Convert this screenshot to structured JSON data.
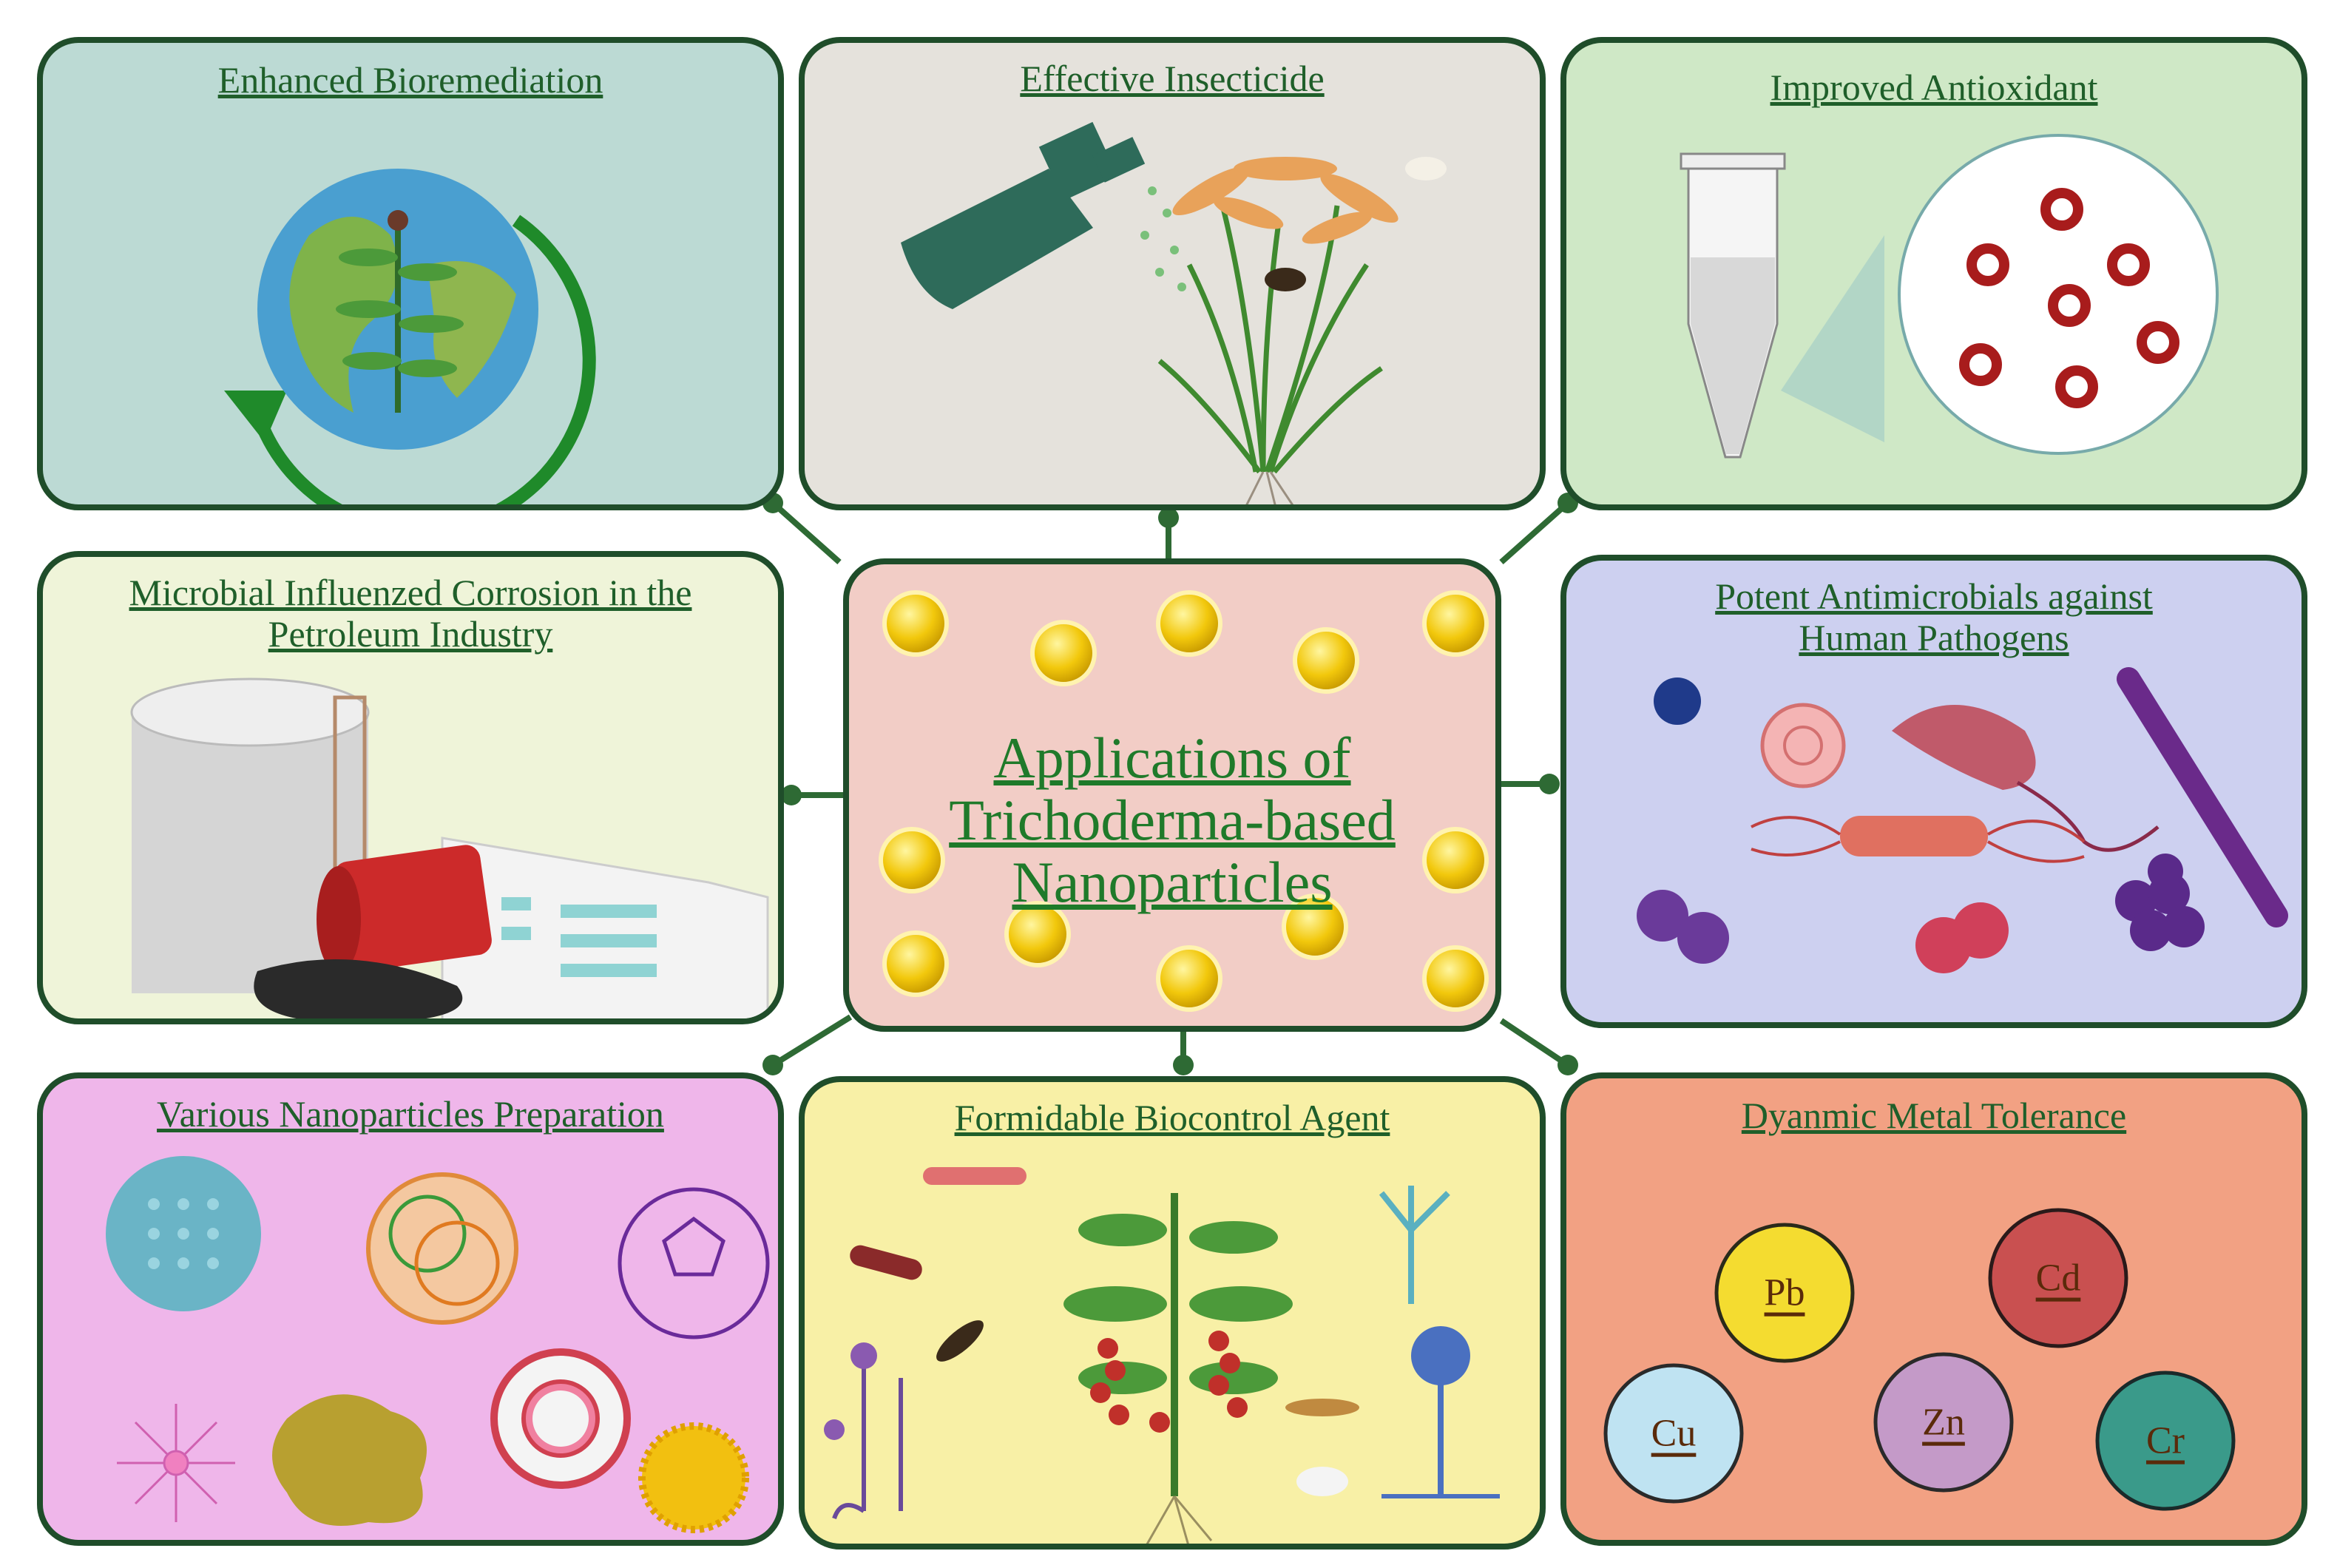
{
  "center": {
    "title_lines": [
      "Applications of",
      "Trichoderma-based",
      "Nanoparticles"
    ]
  },
  "panels": {
    "bioremediation": {
      "title": "Enhanced Bioremediation"
    },
    "insecticide": {
      "title": "Effective Insecticide"
    },
    "antioxidant": {
      "title": "Improved Antioxidant"
    },
    "corrosion": {
      "title_lines": [
        "Microbial Influenzed Corrosion in the",
        "Petroleum Industry"
      ]
    },
    "antimicrobial": {
      "title_lines": [
        "Potent Antimicrobials against",
        "Human Pathogens"
      ]
    },
    "nanoprep": {
      "title": "Various Nanoparticles Preparation"
    },
    "biocontrol": {
      "title": "Formidable Biocontrol Agent"
    },
    "metal": {
      "title": "Dyanmic Metal Tolerance",
      "metals": [
        "Pb",
        "Cd",
        "Cu",
        "Zn",
        "Cr"
      ]
    }
  },
  "colors": {
    "border": "#1f4d2a",
    "title_text": "#1f5f2a",
    "bioremediation_bg": "#bcdad4",
    "insecticide_bg": "#e5e2dc",
    "antioxidant_bg": "#cfe8c6",
    "corrosion_bg": "#eff4d9",
    "center_bg": "#f2cdc6",
    "antimicrobial_bg": "#cdd0f0",
    "nanoprep_bg": "#efb6ea",
    "biocontrol_bg": "#f8f0a6",
    "metal_bg": "#f2a183"
  }
}
